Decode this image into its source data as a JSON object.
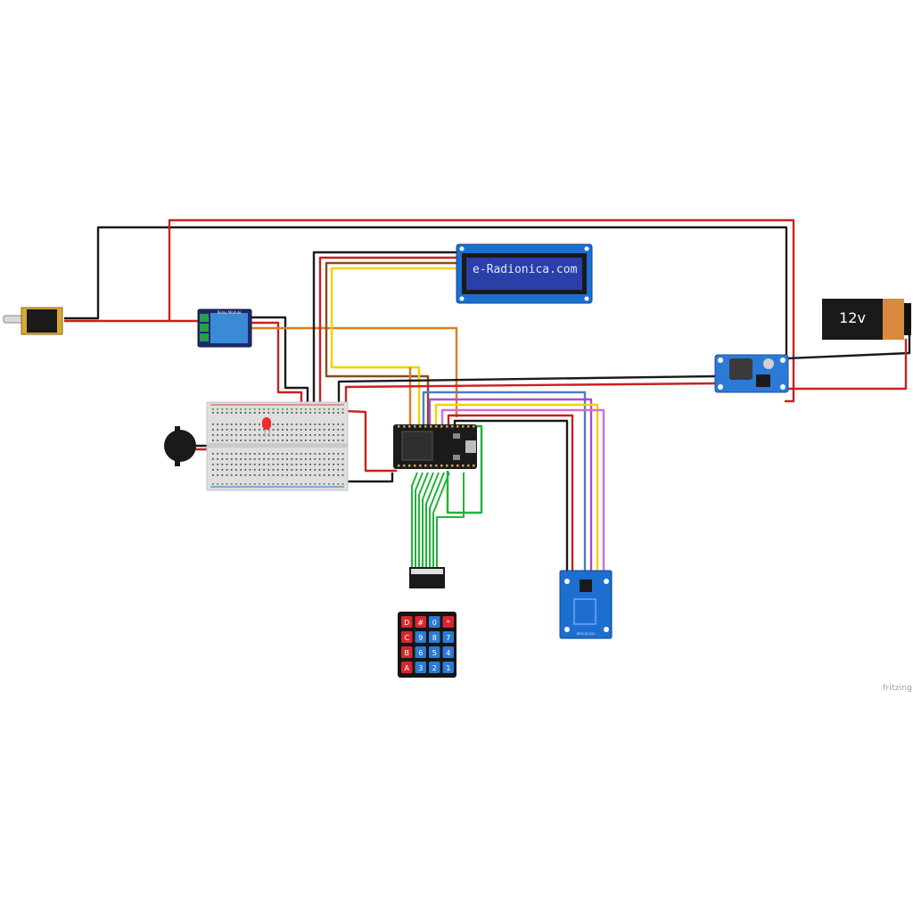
{
  "lcd": {
    "text": "e-Radionica.com"
  },
  "battery": {
    "label": "12v"
  },
  "relay": {
    "label": "Relay Module"
  },
  "rfid": {
    "label": "RFID-RC522"
  },
  "keypad": {
    "rows": [
      [
        "D",
        "#",
        "0",
        "*"
      ],
      [
        "C",
        "9",
        "8",
        "7"
      ],
      [
        "B",
        "6",
        "5",
        "4"
      ],
      [
        "A",
        "3",
        "2",
        "1"
      ]
    ]
  },
  "watermark": "fritzing",
  "colors": {
    "wire_red": "#cc1f1f",
    "wire_black": "#1a1a1a",
    "wire_green": "#22b33a",
    "wire_yellow": "#f2d100",
    "wire_orange": "#e07b1e",
    "wire_blue": "#4a7cc9",
    "wire_purple": "#a64fc9",
    "wire_brown": "#8a4a1e",
    "module_blue": "#1c6fcf",
    "lcd_screen": "#2a3fa8",
    "lcd_text": "#dfe8ff",
    "keypad_red": "#d9262e",
    "keypad_blue": "#2d7ad6"
  }
}
